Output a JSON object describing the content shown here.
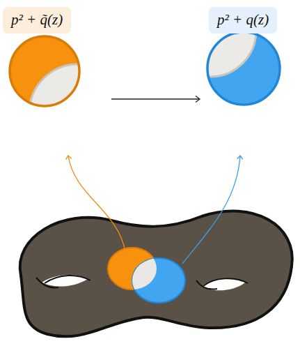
{
  "diagram": {
    "nodes": [
      {
        "text": [
          "p² + q̃(z)"
        ]
      },
      {
        "text": [
          "p² + q(z)"
        ]
      }
    ],
    "edges": [
      {
        "from": 0,
        "to": 1,
        "arrow": "to"
      }
    ]
  }
}
